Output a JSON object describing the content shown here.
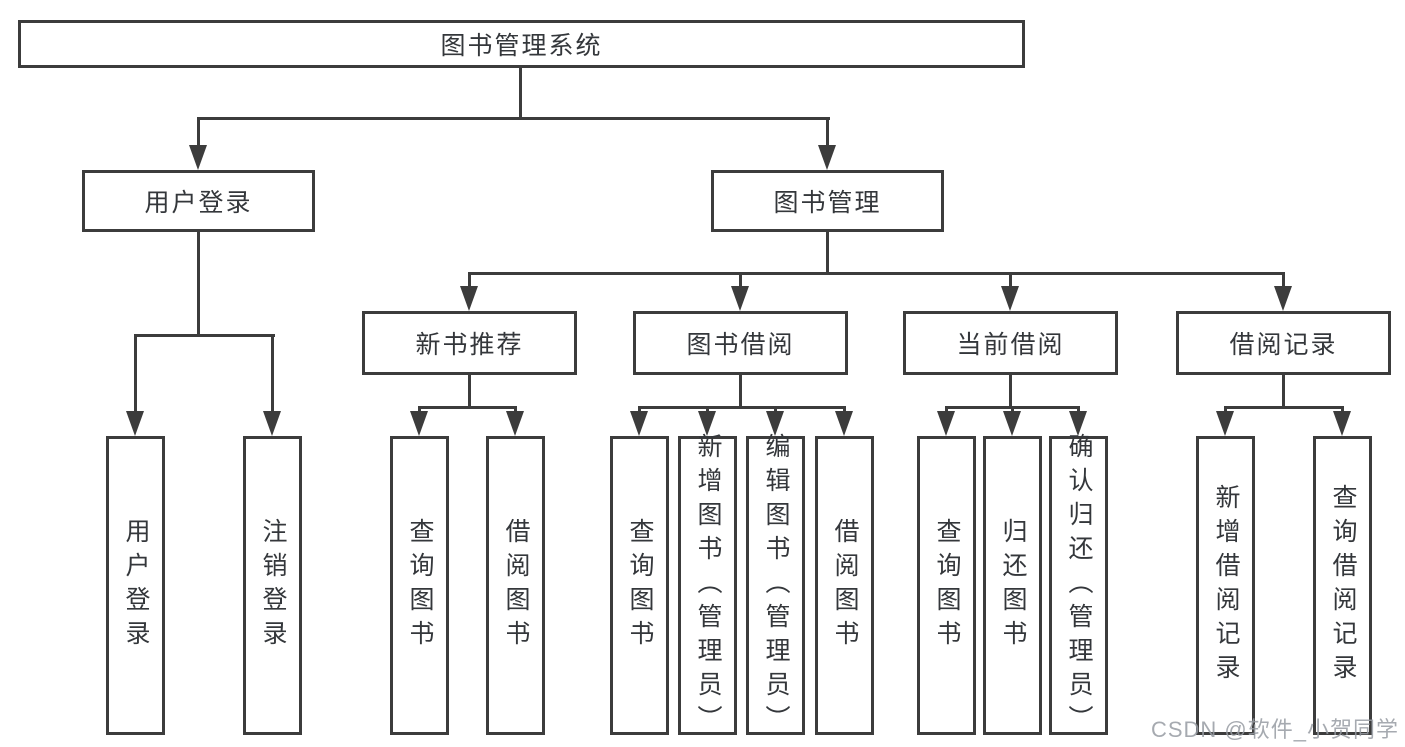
{
  "diagram": {
    "root": "图书管理系统",
    "level2": {
      "user_login": "用户登录",
      "book_mgmt": "图书管理"
    },
    "level3": {
      "new_book": "新书推荐",
      "borrow": "图书借阅",
      "current": "当前借阅",
      "record": "借阅记录"
    },
    "leaves": {
      "user_login": "用户登录",
      "logout": "注销登录",
      "nb_query": "查询图书",
      "nb_borrow": "借阅图书",
      "bb_query": "查询图书",
      "bb_add": "新增图书（管理员）",
      "bb_edit": "编辑图书（管理员）",
      "bb_borrow": "借阅图书",
      "cb_query": "查询图书",
      "cb_return": "归还图书",
      "cb_confirm": "确认归还（管理员）",
      "rc_add": "新增借阅记录",
      "rc_query": "查询借阅记录"
    }
  },
  "watermark": "CSDN @软件_小贺同学",
  "colors": {
    "line": "#3c3c3c",
    "text": "#34373b",
    "watermark": "#979ca3"
  }
}
